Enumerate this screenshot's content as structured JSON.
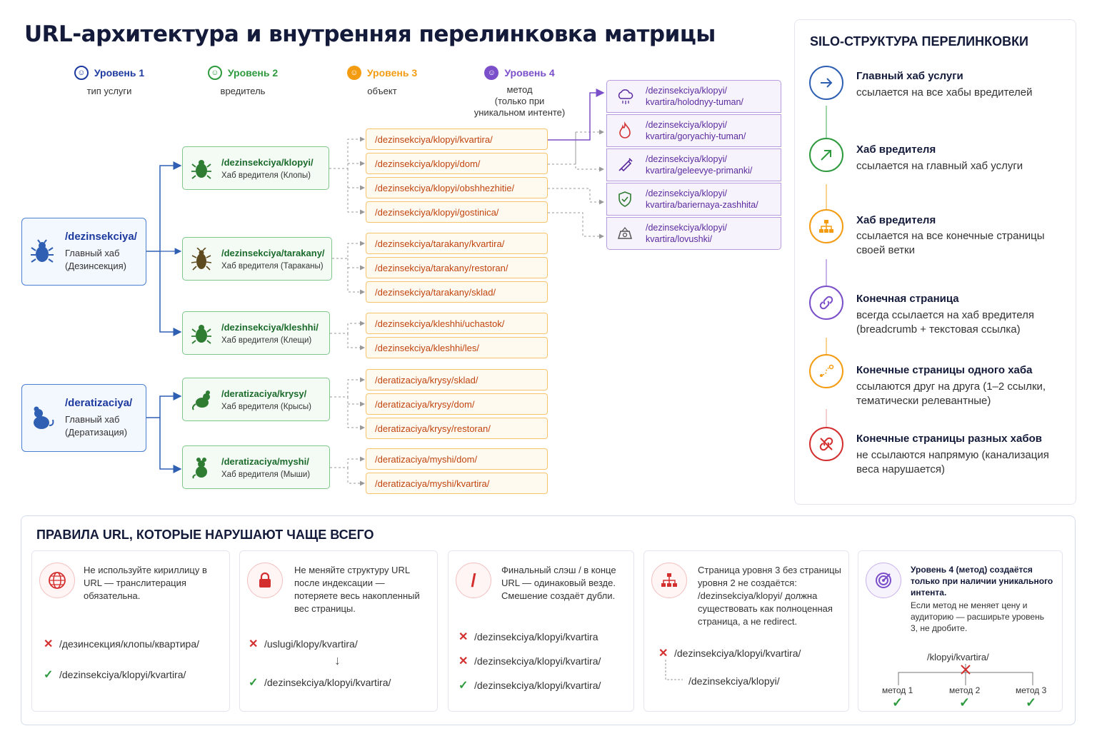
{
  "title": "URL-архитектура и внутренняя перелинковка матрицы",
  "levels": [
    {
      "title": "Уровень 1",
      "sub": "тип услуги",
      "color": "#1d3a9e"
    },
    {
      "title": "Уровень 2",
      "sub": "вредитель",
      "color": "#2e9a3e"
    },
    {
      "title": "Уровень 3",
      "sub": "объект",
      "color": "#f39c12"
    },
    {
      "title": "Уровень 4",
      "sub": "метод (только при уникальном интенте)",
      "sub1": "метод",
      "sub2": "(только при",
      "sub3": "уникальном интенте)",
      "color": "#7b4fc9"
    }
  ],
  "main_hubs": [
    {
      "path": "/dezinsekciya/",
      "sub1": "Главный хаб",
      "sub2": "(Дезинсекция)",
      "icon": "bug-icon"
    },
    {
      "path": "/deratizaciya/",
      "sub1": "Главный хаб",
      "sub2": "(Дератизация)",
      "icon": "mouse-icon"
    }
  ],
  "pest_hubs": [
    {
      "path": "/dezinsekciya/klopyi/",
      "sub": "Хаб вредителя (Клопы)",
      "icon": "bedbug-icon"
    },
    {
      "path": "/dezinsekciya/tarakany/",
      "sub": "Хаб вредителя (Тараканы)",
      "icon": "cockroach-icon"
    },
    {
      "path": "/dezinsekciya/kleshhi/",
      "sub": "Хаб вредителя (Клещи)",
      "icon": "tick-icon"
    },
    {
      "path": "/deratizaciya/krysy/",
      "sub": "Хаб вредителя (Крысы)",
      "icon": "rat-icon"
    },
    {
      "path": "/deratizaciya/myshi/",
      "sub": "Хаб вредителя (Мыши)",
      "icon": "mouse-icon"
    }
  ],
  "objects": [
    "/dezinsekciya/klopyi/kvartira/",
    "/dezinsekciya/klopyi/dom/",
    "/dezinsekciya/klopyi/obshhezhitie/",
    "/dezinsekciya/klopyi/gostinica/",
    "/dezinsekciya/tarakany/kvartira/",
    "/dezinsekciya/tarakany/restoran/",
    "/dezinsekciya/tarakany/sklad/",
    "/dezinsekciya/kleshhi/uchastok/",
    "/dezinsekciya/kleshhi/les/",
    "/deratizaciya/krysy/sklad/",
    "/deratizaciya/krysy/dom/",
    "/deratizaciya/krysy/restoran/",
    "/deratizaciya/myshi/dom/",
    "/deratizaciya/myshi/kvartira/"
  ],
  "methods": [
    {
      "l1": "/dezinsekciya/klopyi/",
      "l2": "kvartira/holodnyy-tuman/",
      "icon": "cloud-icon"
    },
    {
      "l1": "/dezinsekciya/klopyi/",
      "l2": "kvartira/goryachiy-tuman/",
      "icon": "flame-icon"
    },
    {
      "l1": "/dezinsekciya/klopyi/",
      "l2": "kvartira/geleevye-primanki/",
      "icon": "syringe-icon"
    },
    {
      "l1": "/dezinsekciya/klopyi/",
      "l2": "kvartira/bariernaya-zashhita/",
      "icon": "shield-icon"
    },
    {
      "l1": "/dezinsekciya/klopyi/",
      "l2": "kvartira/lovushki/",
      "icon": "trap-icon"
    }
  ],
  "silo": {
    "title": "SILO-СТРУКТУРА ПЕРЕЛИНКОВКИ",
    "items": [
      {
        "title": "Главный хаб услуги",
        "desc": "ссылается на все хабы вредителей",
        "color": "#2f5fb3",
        "icon": "arrow-right-icon"
      },
      {
        "title": "Хаб вредителя",
        "desc": "ссылается на главный хаб услуги",
        "color": "#2e9a3e",
        "icon": "arrow-up-right-icon"
      },
      {
        "title": "Хаб вредителя",
        "desc": "ссылается на все конечные страницы своей ветки",
        "color": "#f39c12",
        "icon": "hierarchy-icon"
      },
      {
        "title": "Конечная страница",
        "desc": "всегда ссылается на хаб вредителя (breadcrumb + текстовая ссылка)",
        "color": "#7b4fc9",
        "icon": "link-icon"
      },
      {
        "title": "Конечные страницы одного хаба",
        "desc": "ссылаются друг на друга (1–2 ссылки, тематически релевантные)",
        "color": "#f39c12",
        "icon": "path-icon"
      },
      {
        "title": "Конечные страницы разных хабов",
        "desc": "не ссылаются напрямую (канализация веса нарушается)",
        "color": "#d32f2f",
        "icon": "broken-link-icon"
      }
    ]
  },
  "rules": {
    "title": "ПРАВИЛА URL, КОТОРЫЕ НАРУШАЮТ ЧАЩЕ ВСЕГО",
    "cards": [
      {
        "text": "Не используйте кириллицу в URL — транслитерация обязательна.",
        "bad": "/дезинсекция/клопы/квартира/",
        "good": "/dezinsekciya/klopyi/kvartira/",
        "icon": "globe-icon"
      },
      {
        "text": "Не меняйте структуру URL после индексации — потеряете весь накопленный вес страницы.",
        "bad": "/uslugi/klopy/kvartira/",
        "good": "/dezinsekciya/klopyi/kvartira/",
        "icon": "lock-icon"
      },
      {
        "text": "Финальный слэш / в конце URL — одинаковый везде. Смешение создаёт дубли.",
        "bad1": "/dezinsekciya/klopyi/kvartira",
        "bad2": "/dezinsekciya/klopyi/kvartira/",
        "good": "/dezinsekciya/klopyi/kvartira/",
        "icon": "slash-icon"
      },
      {
        "text": "Страница уровня 3 без страницы уровня 2 не создаётся: /dezinsekciya/klopyi/ должна существовать как полноценная страница, а не redirect.",
        "bad": "/dezinsekciya/klopyi/kvartira/",
        "sub": "/dezinsekciya/klopyi/",
        "icon": "sitemap-icon"
      },
      {
        "text_bold": "Уровень 4 (метод) создаётся только при наличии уникального интента.",
        "text": "Если метод не меняет цену и аудиторию — расширьте уровень 3, не дробите.",
        "root": "/klopyi/kvartira/",
        "methods": [
          "метод 1",
          "метод 2",
          "метод 3"
        ],
        "icon": "target-icon"
      }
    ]
  }
}
